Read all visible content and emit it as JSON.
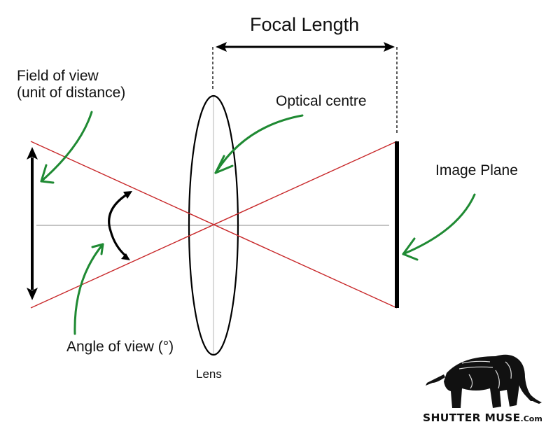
{
  "diagram": {
    "title": "Focal Length",
    "labels": {
      "field_of_view_line1": "Field of view",
      "field_of_view_line2": "(unit of distance)",
      "optical_centre": "Optical centre",
      "image_plane": "Image Plane",
      "angle_of_view": "Angle of view (°)",
      "lens": "Lens"
    },
    "colors": {
      "rays": "#c8282a",
      "annotation_arrows": "#1f8a33",
      "lines": "#000000",
      "axis": "#8a8a8a"
    }
  },
  "branding": {
    "logo_icon": "elephant-icon",
    "name": "SHUTTER MUSE",
    "suffix": ".Com"
  }
}
